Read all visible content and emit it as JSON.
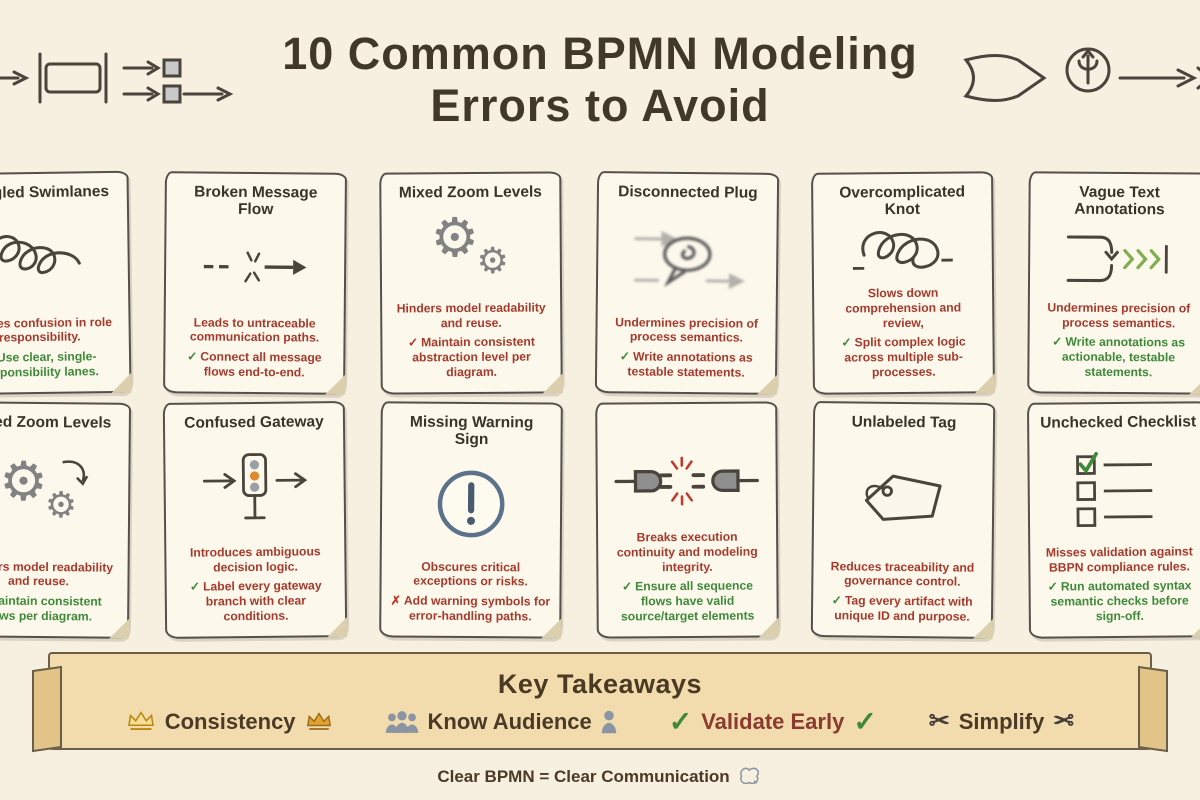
{
  "title": {
    "line1": "10 Common BPMN Modeling",
    "line2": "Errors to Avoid"
  },
  "colors": {
    "background": "#f7f0e0",
    "card_background": "#fcf8ec",
    "ink": "#3e3a34",
    "problem_red": "#a63a2c",
    "fix_green": "#3e8a3a",
    "banner_background": "#f2dcae"
  },
  "header_icons": {
    "left": "bpmn-flow-sketch-icon",
    "right": "bpmn-arrow-sketch-icon"
  },
  "cards": [
    {
      "title": "Tangled Swimlanes",
      "icon": "tangle-icon",
      "problem": "Causes confusion in role responsibility.",
      "problem_color": "#a63a2c",
      "mark": "✓",
      "mark_color": "#3e8a3a",
      "fix": "Use clear, single-responsibility lanes.",
      "fix_color": "#3e8a3a"
    },
    {
      "title": "Broken Message Flow",
      "icon": "broken-arrow-icon",
      "problem": "Leads to untraceable communication paths.",
      "problem_color": "#a63a2c",
      "mark": "✓",
      "mark_color": "#3e8a3a",
      "fix": "Connect all message flows end-to-end.",
      "fix_color": "#a63a2c"
    },
    {
      "title": "Mixed Zoom Levels",
      "icon": "gears-icon",
      "problem": "Hinders model readability and reuse.",
      "problem_color": "#a63a2c",
      "mark": "✓",
      "mark_color": "#a63a2c",
      "fix": "Maintain consistent abstraction level per diagram.",
      "fix_color": "#a63a2c"
    },
    {
      "title": "Disconnected Plug",
      "icon": "blurred-bubble-icon",
      "problem": "Undermines precision of process semantics.",
      "problem_color": "#a63a2c",
      "mark": "✓",
      "mark_color": "#3e8a3a",
      "fix": "Write annotations as testable statements.",
      "fix_color": "#a63a2c"
    },
    {
      "title": "Overcomplicated Knot",
      "icon": "knot-icon",
      "problem": "Slows down comprehension and review,",
      "problem_color": "#a63a2c",
      "mark": "✓",
      "mark_color": "#3e8a3a",
      "fix": "Split complex logic across multiple sub-processes.",
      "fix_color": "#a63a2c"
    },
    {
      "title": "Vague Text Annotations",
      "icon": "converging-arrows-icon",
      "problem": "Undermines precision of process semantics.",
      "problem_color": "#a63a2c",
      "mark": "✓",
      "mark_color": "#3e8a3a",
      "fix": "Write annotations as actionable, testable statements.",
      "fix_color": "#3e8a3a"
    },
    {
      "title": "Mixed Zoom Levels",
      "icon": "gears-arrow-icon",
      "problem": "Hinders model readability and reuse.",
      "problem_color": "#a63a2c",
      "mark": "✓",
      "mark_color": "#3e8a3a",
      "fix": "Maintain consistent flows per diagram.",
      "fix_color": "#3e8a3a"
    },
    {
      "title": "Confused Gateway",
      "icon": "traffic-light-icon",
      "problem": "Introduces ambiguous decision logic.",
      "problem_color": "#a63a2c",
      "mark": "✓",
      "mark_color": "#3e8a3a",
      "fix": "Label every gateway branch with clear conditions.",
      "fix_color": "#a63a2c"
    },
    {
      "title": "Missing Warning Sign",
      "icon": "warning-circle-icon",
      "problem": "Obscures critical exceptions or risks.",
      "problem_color": "#a63a2c",
      "mark": "✗",
      "mark_color": "#c0392b",
      "fix": "Add warning symbols for error-handling paths.",
      "fix_color": "#a63a2c"
    },
    {
      "title": "",
      "icon": "disconnected-plug-icon",
      "problem": "Breaks execution continuity and modeling integrity.",
      "problem_color": "#a63a2c",
      "mark": "✓",
      "mark_color": "#3e8a3a",
      "fix": "Ensure all sequence flows have valid source/target elements",
      "fix_color": "#3e8a3a"
    },
    {
      "title": "Unlabeled Tag",
      "icon": "tag-icon",
      "problem": "Reduces traceability and governance control.",
      "problem_color": "#a63a2c",
      "mark": "✓",
      "mark_color": "#3e8a3a",
      "fix": "Tag every artifact with unique ID and purpose.",
      "fix_color": "#a63a2c"
    },
    {
      "title": "Unchecked Checklist",
      "icon": "checklist-icon",
      "problem": "Misses validation against BBPN compliance rules.",
      "problem_color": "#a63a2c",
      "mark": "✓",
      "mark_color": "#3e8a3a",
      "fix": "Run automated syntax semantic checks before sign-off.",
      "fix_color": "#3e8a3a"
    }
  ],
  "takeaways": {
    "title": "Key Takeaways",
    "items": [
      {
        "label": "Consistency",
        "label_color": "#4a3a26",
        "icon_left": "crown-outline-icon",
        "icon_right": "crown-filled-icon"
      },
      {
        "label": "Know Audience",
        "label_color": "#4a3a26",
        "icon_left": "people-group-icon",
        "icon_right": "person-icon"
      },
      {
        "label": "Validate Early",
        "label_color": "#8a3a2e",
        "icon_left": "check-icon",
        "icon_right": "check-icon"
      },
      {
        "label": "Simplify",
        "label_color": "#4a3a26",
        "icon_left": "scissors-icon",
        "icon_right": "scissors-icon"
      }
    ]
  },
  "footer": {
    "text": "Clear BPMN = Clear Communication",
    "icon": "brain-doodle-icon"
  }
}
